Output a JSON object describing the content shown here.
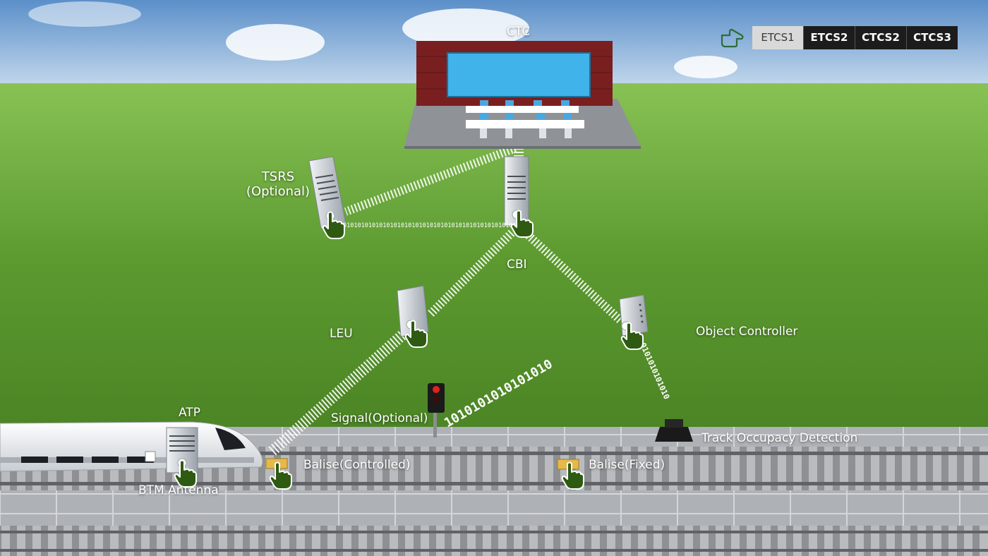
{
  "nav": {
    "tabs": [
      {
        "label": "ETCS1",
        "active": true
      },
      {
        "label": "ETCS2",
        "active": false
      },
      {
        "label": "CTCS2",
        "active": false
      },
      {
        "label": "CTCS3",
        "active": false
      }
    ],
    "pointer_icon": "pointing-hand-icon"
  },
  "labels": {
    "ctc": "CTC",
    "tsrs_1": "TSRS",
    "tsrs_2": "(Optional)",
    "cbi": "CBI",
    "leu": "LEU",
    "object_controller": "Object Controller",
    "atp": "ATP",
    "signal": "Signal(Optional)",
    "track_occupancy": "Track Occupacy Detection",
    "balise_controlled": "Balise(Controlled)",
    "balise_fixed": "Balise(Fixed)",
    "btm_antenna": "BTM Antenna"
  },
  "data_streams": {
    "tsrs_cbi": "0101010101010101010101010101010101010101010101010101",
    "signal_oc": "1010101010101010",
    "oc_track": "0101010101010"
  },
  "hotspot_icon": "click-hand-icon",
  "colors": {
    "sky_top": "#5b8fc9",
    "grass": "#5c9a30",
    "ctc_frame": "#7a1f20",
    "ctc_screen": "#3fb3ea",
    "hand": "#2e5a12",
    "tab_active": "#d9d9d9",
    "tab_inactive": "#1c1c1c"
  }
}
